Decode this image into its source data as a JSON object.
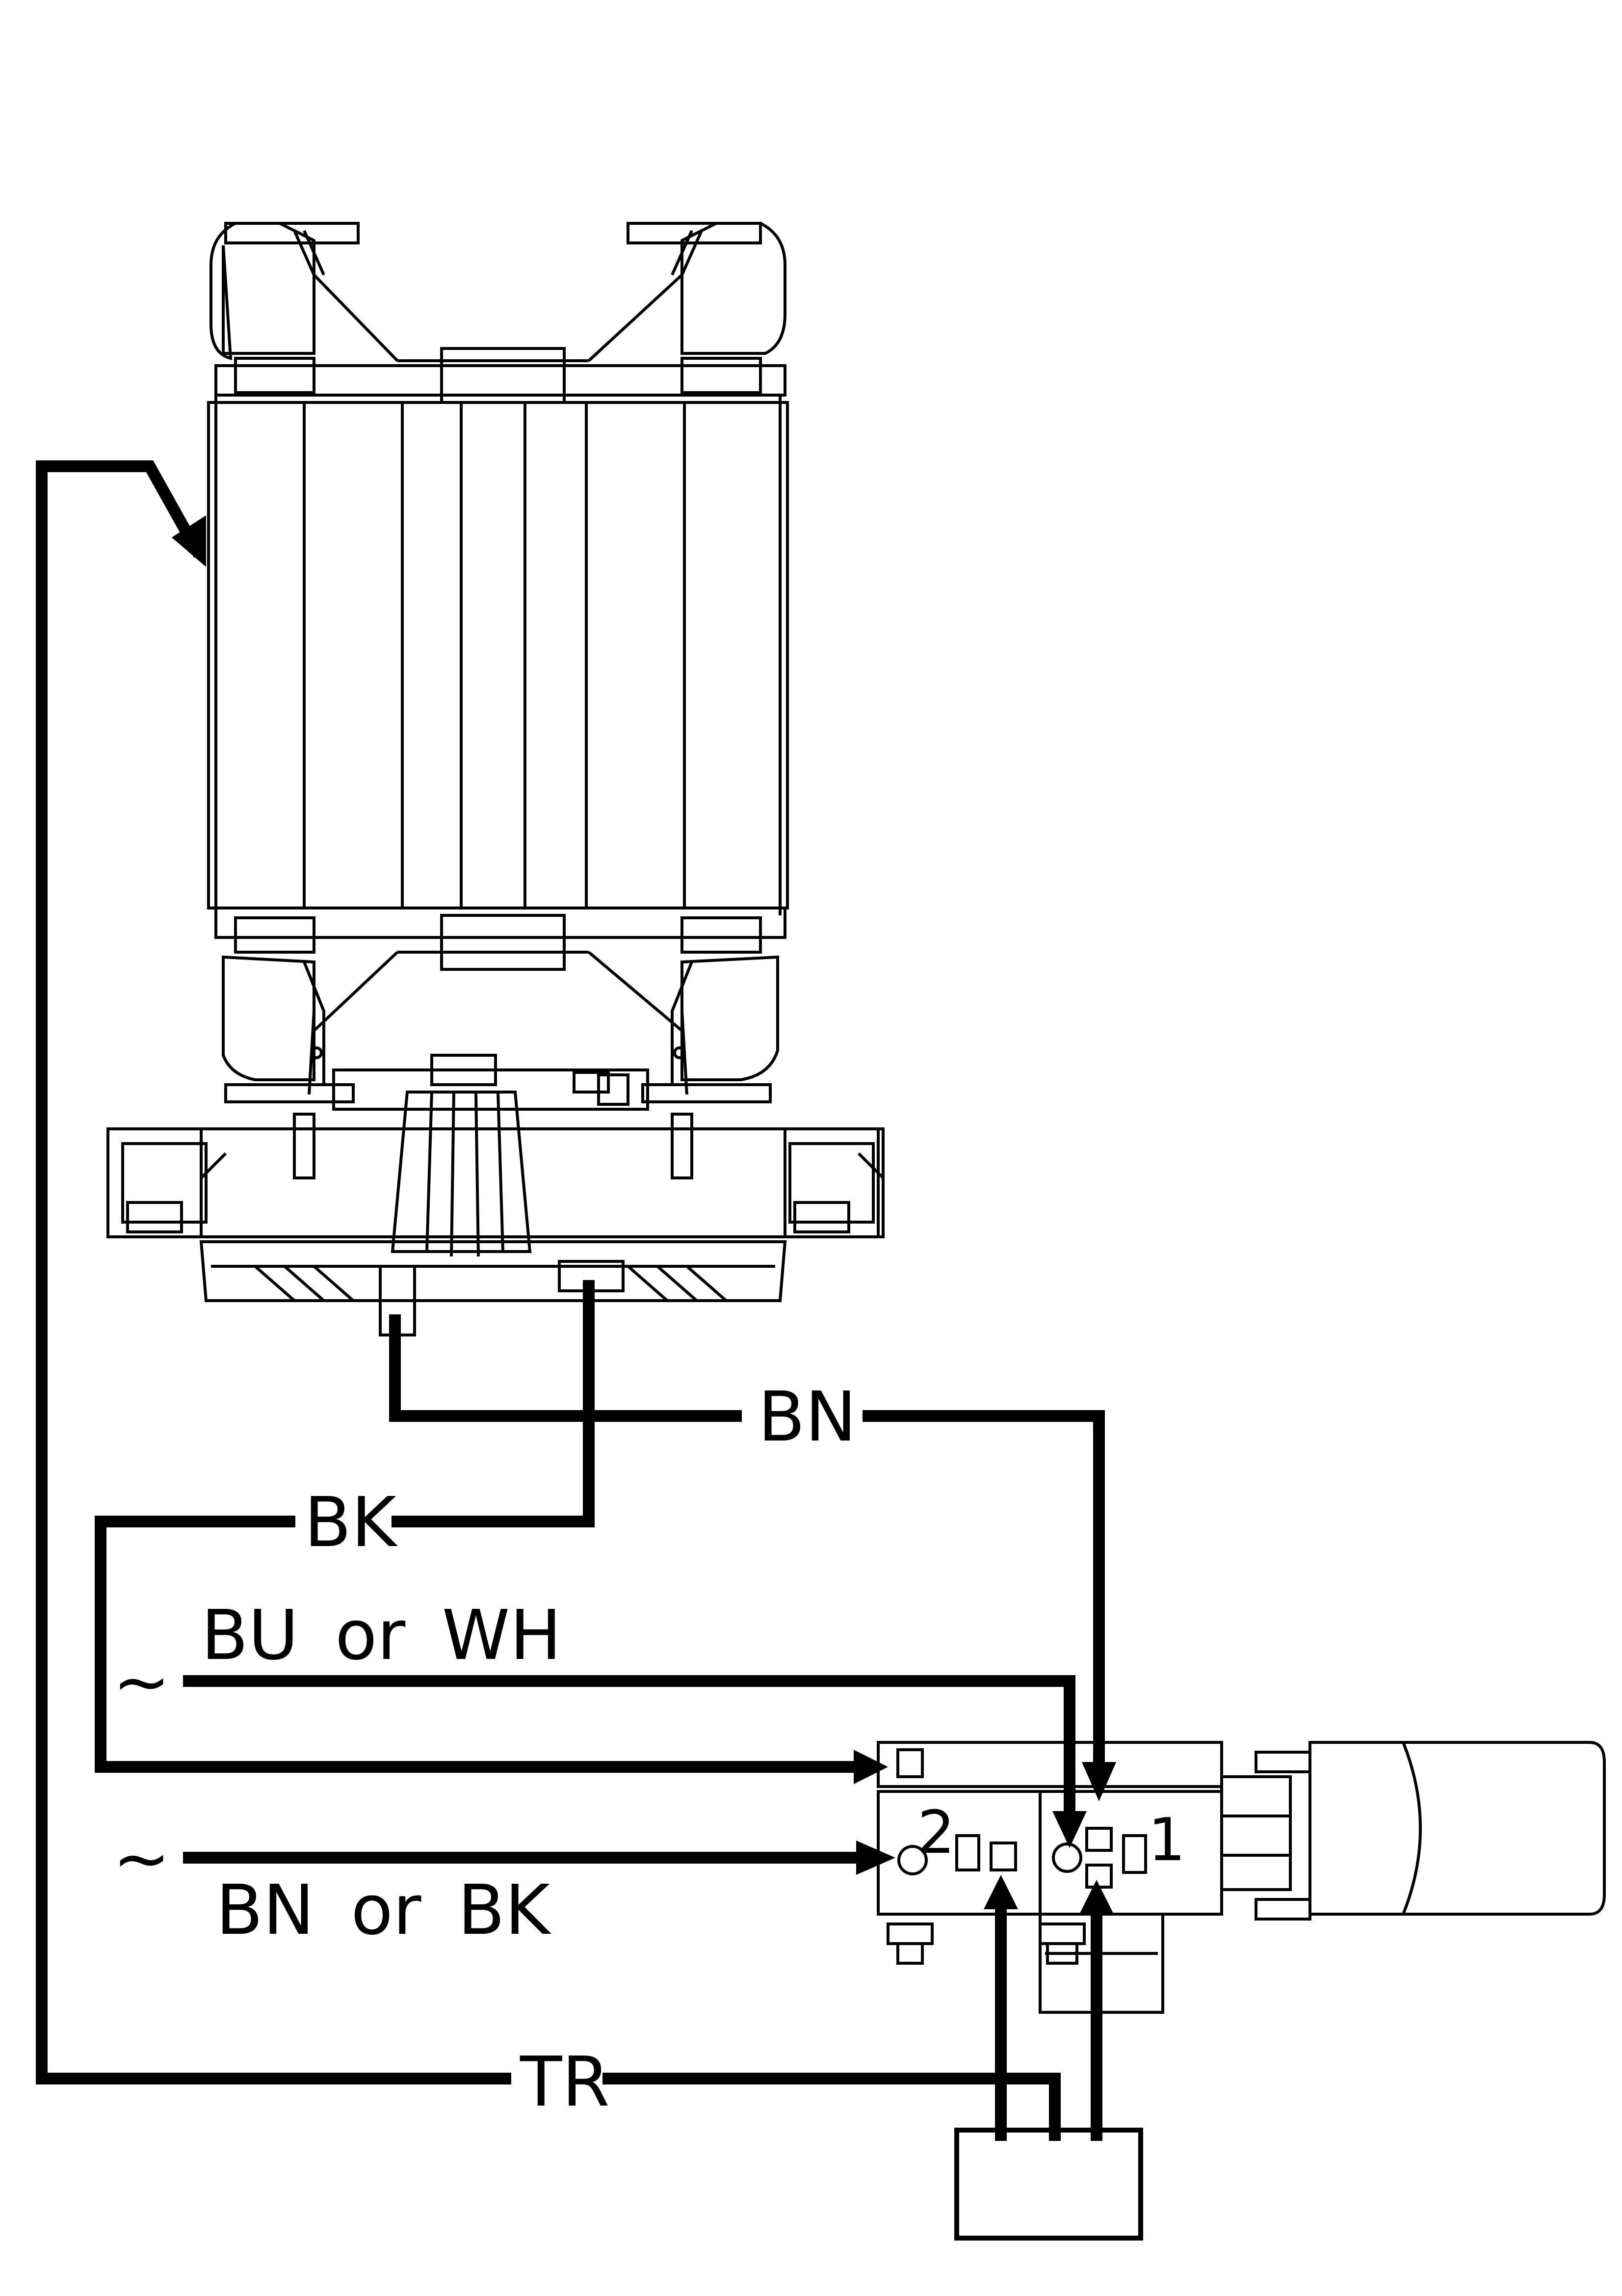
{
  "diagram": {
    "wire_labels": {
      "brown": "BN",
      "black": "BK",
      "blue_or_white": "BU or WH",
      "brown_or_black": "BN or BK",
      "thermal": "TR"
    },
    "ac_symbol": "~",
    "terminals": {
      "left": "2",
      "right": "1"
    },
    "colors": {
      "line": "#000000",
      "background": "#ffffff"
    }
  }
}
